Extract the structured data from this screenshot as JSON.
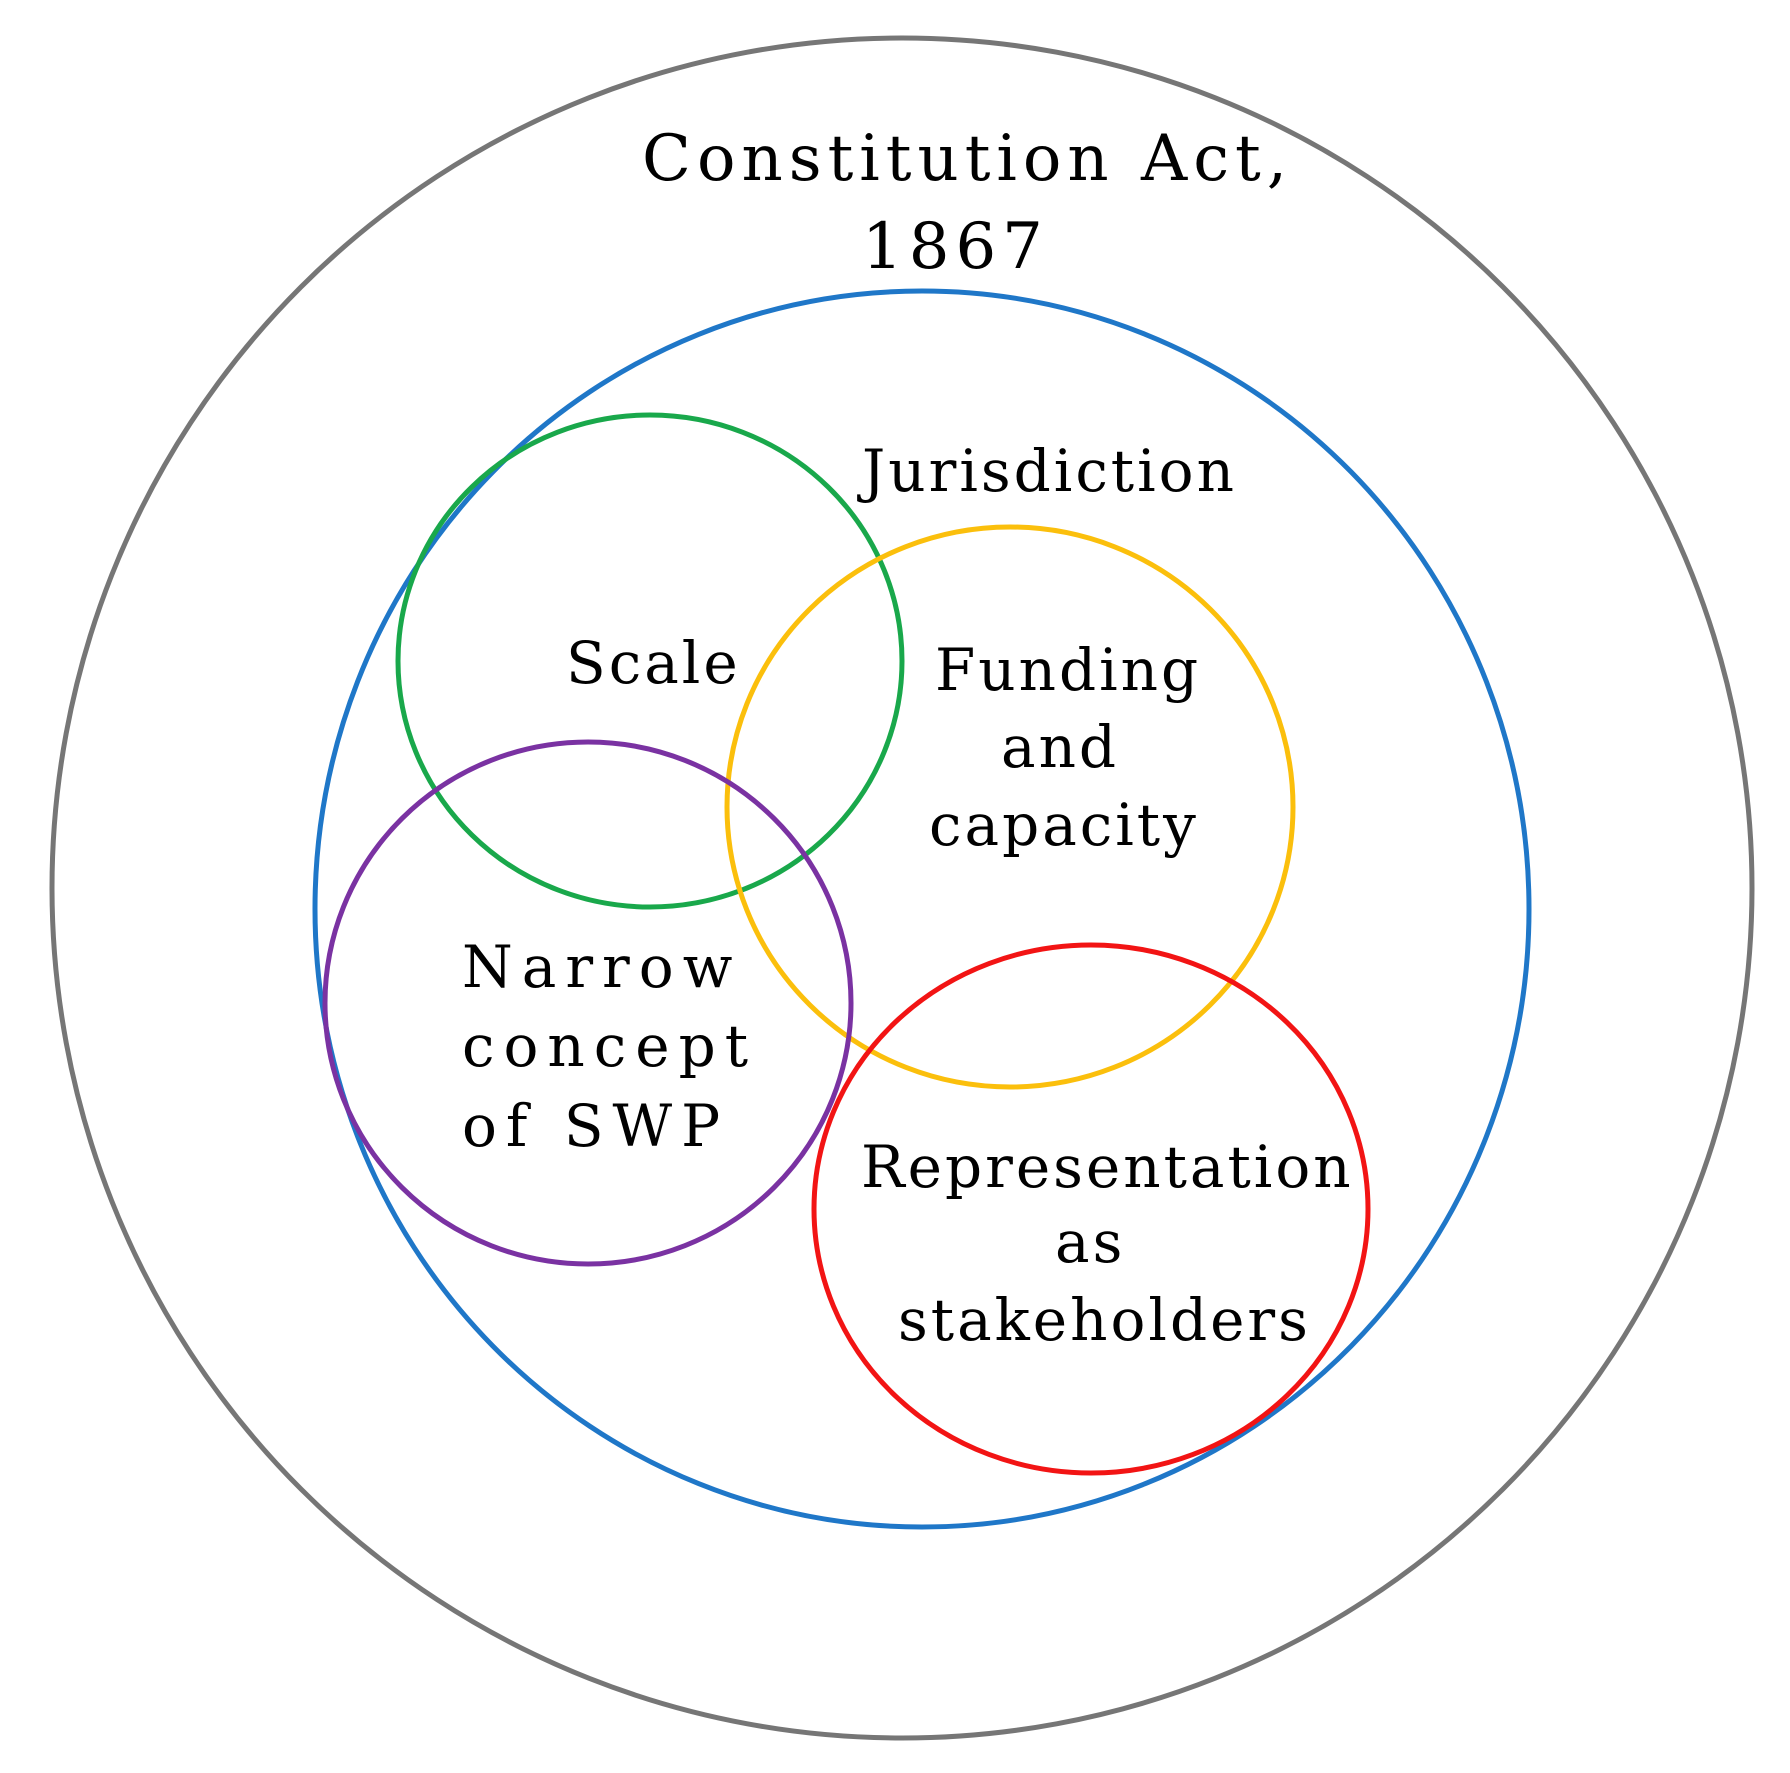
{
  "diagram": {
    "outer": {
      "label_line1": "Constitution Act,",
      "label_line2": "1867",
      "color": "#767676"
    },
    "jurisdiction": {
      "label": "Jurisdiction",
      "color": "#1f77c8"
    },
    "scale": {
      "label": "Scale",
      "color": "#19a84b"
    },
    "funding": {
      "label_line1": "Funding",
      "label_line2": "and",
      "label_line3": "capacity",
      "color": "#fbbf0c"
    },
    "narrow": {
      "label_line1": "Narrow",
      "label_line2": "concept",
      "label_line3": "of SWP",
      "color": "#7a32a2"
    },
    "representation": {
      "label_line1": "Representation",
      "label_line2": "as",
      "label_line3": "stakeholders",
      "color": "#f21414"
    }
  }
}
